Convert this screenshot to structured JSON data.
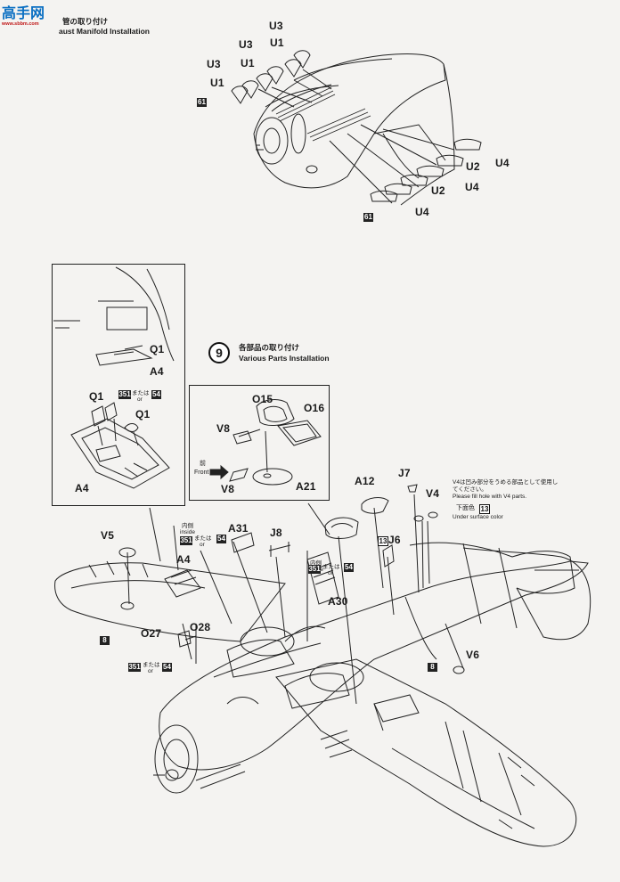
{
  "watermark": {
    "logo_text": "高手网",
    "url_text": "www.sbbm.com"
  },
  "step8": {
    "title_jp": "管の取り付け",
    "title_en": "aust Manifold Installation"
  },
  "step9": {
    "number": "9",
    "title_jp": "各部品の取り付け",
    "title_en": "Various Parts Installation"
  },
  "top_parts": {
    "u3_a": "U3",
    "u1_a": "U1",
    "u3_b": "U3",
    "u1_b": "U1",
    "u3_c": "U3",
    "u1_c": "U1",
    "u2_a": "U2",
    "u4_a": "U4",
    "u4_b": "U4",
    "u2_b": "U2",
    "u4_c": "U4"
  },
  "paint_numbers": {
    "c61": "61",
    "c351": "351",
    "c54": "54",
    "c8": "8",
    "c13": "13"
  },
  "inset_left": {
    "q1_a": "Q1",
    "a4_a": "A4",
    "q1_b": "Q1",
    "q1_c": "Q1",
    "a4_b": "A4",
    "mataha": "または",
    "or": "or"
  },
  "inset_right": {
    "o15": "O15",
    "o16": "O16",
    "v8_a": "V8",
    "v8_b": "V8",
    "a21": "A21",
    "front_jp": "前",
    "front_en": "Front"
  },
  "main_parts": {
    "v5": "V5",
    "a4": "A4",
    "a31": "A31",
    "j8": "J8",
    "a12": "A12",
    "j7": "J7",
    "v4": "V4",
    "j6": "J6",
    "a30": "A30",
    "o27": "O27",
    "o28": "O28",
    "v6": "V6"
  },
  "notes": {
    "inside_jp": "内側",
    "inside_en": "inside",
    "mataha": "または",
    "or": "or",
    "v4_note_jp_1": "V4は凹み部分をうめる部品として使用し",
    "v4_note_jp_2": "てください。",
    "v4_note_en": "Please fill hole with V4 parts.",
    "under_jp": "下面色",
    "under_en": "Under surface color"
  }
}
